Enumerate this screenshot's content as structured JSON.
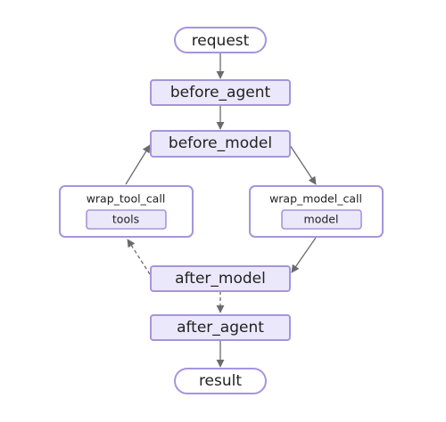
{
  "diagram": {
    "nodes": {
      "request": "request",
      "before_agent": "before_agent",
      "before_model": "before_model",
      "wrap_tool_call": "wrap_tool_call",
      "tools": "tools",
      "wrap_model_call": "wrap_model_call",
      "model": "model",
      "after_model": "after_model",
      "after_agent": "after_agent",
      "result": "result"
    },
    "edges": [
      {
        "from": "request",
        "to": "before_agent",
        "style": "solid"
      },
      {
        "from": "before_agent",
        "to": "before_model",
        "style": "solid"
      },
      {
        "from": "before_model",
        "to": "wrap_model_call",
        "style": "solid"
      },
      {
        "from": "wrap_model_call",
        "to": "after_model",
        "style": "solid"
      },
      {
        "from": "after_model",
        "to": "wrap_tool_call",
        "style": "dashed"
      },
      {
        "from": "wrap_tool_call",
        "to": "before_model",
        "style": "solid"
      },
      {
        "from": "after_model",
        "to": "after_agent",
        "style": "dashed"
      },
      {
        "from": "after_agent",
        "to": "result",
        "style": "solid"
      }
    ],
    "colors": {
      "node_border": "#a595dc",
      "node_fill": "#ece8fb",
      "edge": "#6b6b6b",
      "text": "#222222"
    }
  }
}
